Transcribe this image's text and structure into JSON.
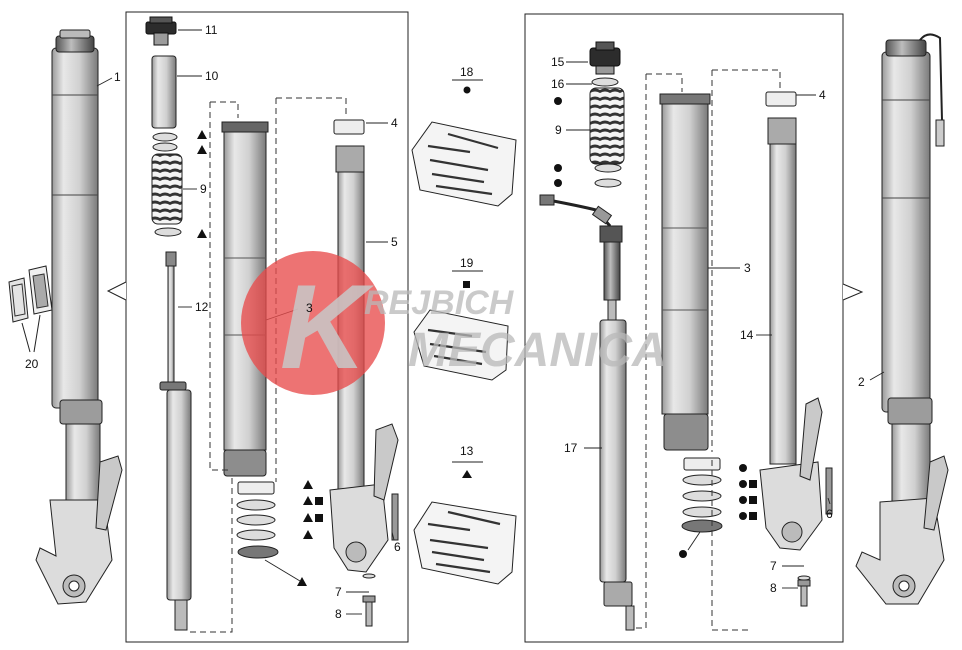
{
  "callouts": {
    "left_leg": "1",
    "right_leg": "2",
    "inner_tube_left": "3",
    "inner_tube_right": "3",
    "ring_left": "4",
    "ring_right": "4",
    "outer_tube": "5",
    "screw_left": "6",
    "screw_right": "6",
    "washer_left": "7",
    "washer_right": "7",
    "bolt_left": "8",
    "bolt_right": "8",
    "spring_left": "9",
    "spring_right": "9",
    "cap_tube": "10",
    "top_cap_left": "11",
    "rod": "12",
    "kit_13": "13",
    "tube_14": "14",
    "top_cap_right": "15",
    "item_16": "16",
    "cartridge": "17",
    "kit_18": "18",
    "kit_19": "19",
    "pads": "20"
  },
  "watermark": {
    "line1": "REJBICH",
    "line2": "MECANICA",
    "monogram": "K",
    "circle_color": "#e84c4c"
  },
  "colors": {
    "line": "#1a1a1a",
    "part_fill": "#f2f2f2",
    "shade": "#cfcfcf"
  }
}
